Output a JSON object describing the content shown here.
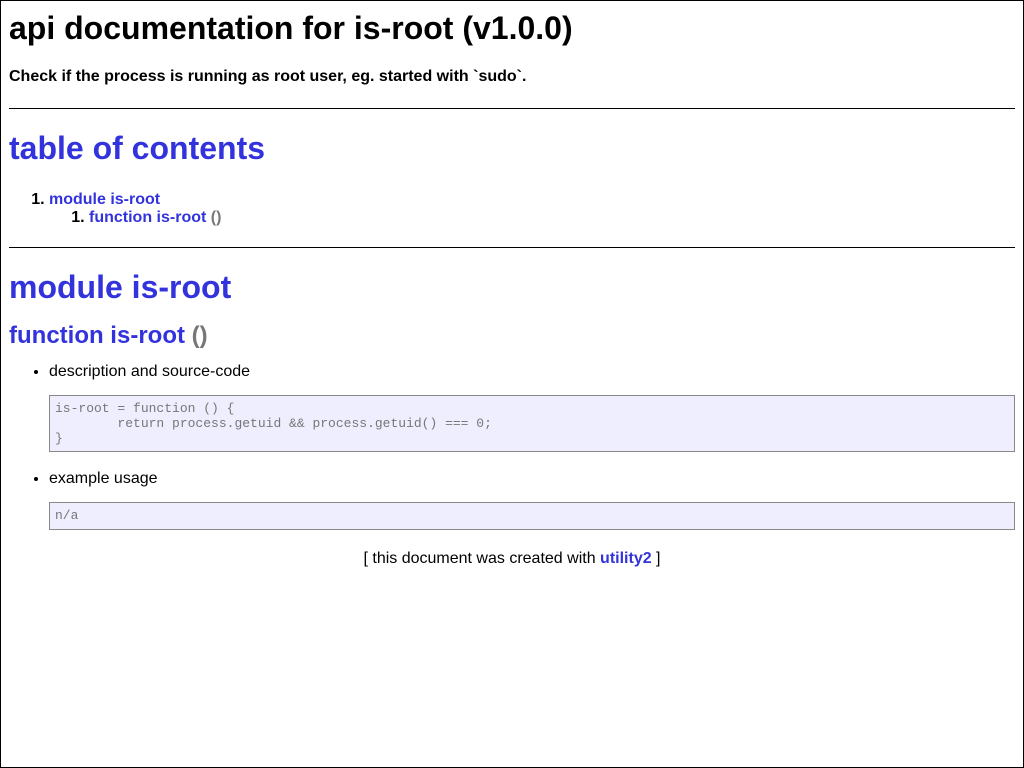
{
  "header": {
    "title": "api documentation for is-root (v1.0.0)",
    "description": "Check if the process is running as root user, eg. started with `sudo`."
  },
  "toc": {
    "title": "table of contents",
    "module_link": "module is-root",
    "function_link": "function is-root",
    "function_parens": "()"
  },
  "module": {
    "title": "module is-root",
    "function_title": "function is-root",
    "function_parens": "()",
    "items": [
      {
        "label": "description and source-code",
        "code": "is-root = function () {\n\treturn process.getuid && process.getuid() === 0;\n}"
      },
      {
        "label": "example usage",
        "code": "n/a"
      }
    ]
  },
  "footer": {
    "prefix": "[ this document was created with ",
    "link": "utility2",
    "suffix": " ]"
  },
  "colors": {
    "link": "#3333dd",
    "code_background": "#eeeeff",
    "muted": "#777777"
  }
}
